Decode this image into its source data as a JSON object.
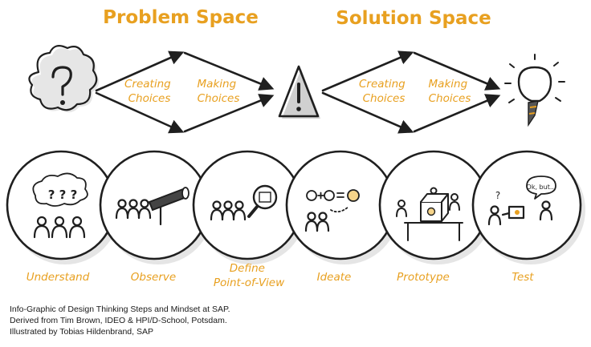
{
  "headings": {
    "problem_space": "Problem Space",
    "solution_space": "Solution Space"
  },
  "choices": {
    "creating_1": [
      "Creating",
      "Choices"
    ],
    "making_1": [
      "Making",
      "Choices"
    ],
    "creating_2": [
      "Creating",
      "Choices"
    ],
    "making_2": [
      "Making",
      "Choices"
    ]
  },
  "icons": {
    "start": "question-cloud-icon",
    "middle": "warning-triangle-icon",
    "end": "light-bulb-icon"
  },
  "bubble_text": {
    "understand_marks": "? ? ?",
    "test_speech": "Ok, but...",
    "test_question": "?"
  },
  "steps": [
    {
      "label": "Understand",
      "icon": "people-question-icon"
    },
    {
      "label": "Observe",
      "icon": "people-telescope-icon"
    },
    {
      "label": "Define",
      "label2": "Point-of-View",
      "icon": "people-magnifier-icon"
    },
    {
      "label": "Ideate",
      "icon": "people-ideas-icon"
    },
    {
      "label": "Prototype",
      "icon": "people-prototype-icon"
    },
    {
      "label": "Test",
      "icon": "people-test-icon"
    }
  ],
  "credit": [
    "Info-Graphic of Design Thinking Steps and Mindset at SAP.",
    "Derived from Tim Brown, IDEO &  HPI/D-School, Potsdam.",
    "Illustrated by Tobias Hildenbrand, SAP"
  ],
  "colors": {
    "accent": "#e8a020",
    "ink": "#1f1f1f",
    "shadow": "#b8b8b8"
  }
}
